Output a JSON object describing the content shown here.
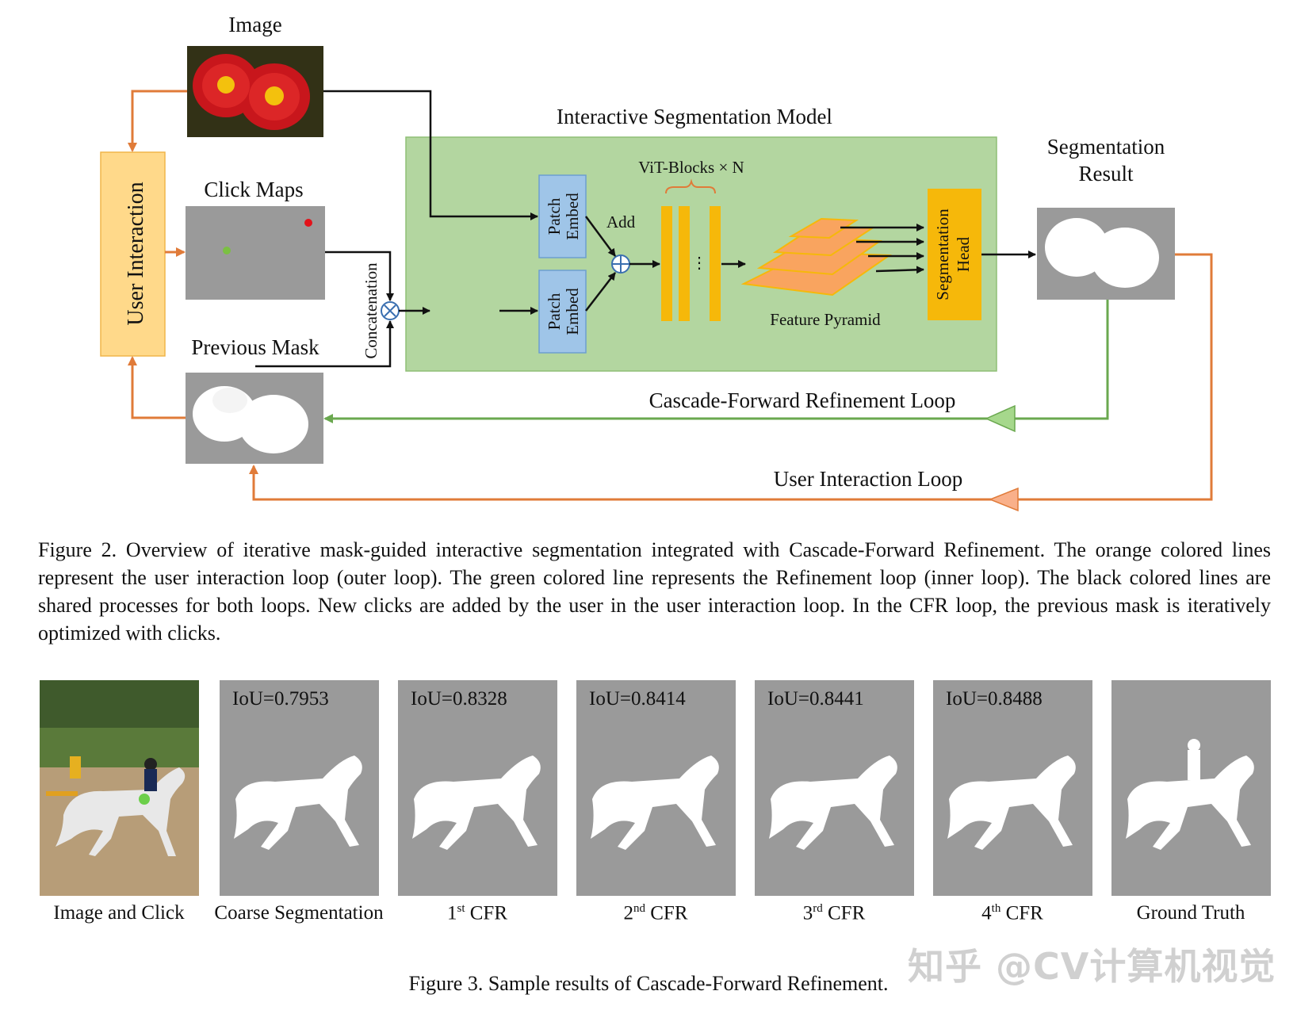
{
  "figure2": {
    "labels": {
      "image": "Image",
      "click_maps": "Click Maps",
      "previous_mask": "Previous Mask",
      "user_interaction": "User Interaction",
      "concatenation": "Concatenation",
      "model_title": "Interactive Segmentation Model",
      "patch_embed_1": "Patch",
      "patch_embed_2": "Embed",
      "add": "Add",
      "vit_blocks": "ViT-Blocks × N",
      "vit_dots": "⋮",
      "feature_pyramid": "Feature Pyramid",
      "seg_head_1": "Segmentation",
      "seg_head_2": "Head",
      "seg_result_1": "Segmentation",
      "seg_result_2": "Result",
      "cfr_loop": "Cascade-Forward Refinement Loop",
      "ui_loop": "User Interaction Loop"
    },
    "colors": {
      "orange_loop": "#e07b39",
      "green_loop": "#6aa84f",
      "model_bg": "#b3d6a0",
      "patch_embed": "#9fc5e8",
      "vit_block": "#f6b80a",
      "pyramid": "#f9a45f",
      "seg_head": "#f6b80a",
      "user_interaction": "#ffd98a"
    },
    "caption": "Figure 2. Overview of iterative mask-guided interactive segmentation integrated with Cascade-Forward Refinement. The orange colored lines represent the user interaction loop (outer loop). The green colored line represents the Refinement loop (inner loop). The black colored lines are shared processes for both loops. New clicks are added by the user in the user interaction loop. In the CFR loop, the previous mask is iteratively optimized with clicks."
  },
  "figure3": {
    "panels": [
      {
        "label": "Image and Click",
        "iou": ""
      },
      {
        "label": "Coarse Segmentation",
        "iou": "IoU=0.7953"
      },
      {
        "ordinal": "1",
        "suffix": "st",
        "rest": " CFR",
        "iou": "IoU=0.8328"
      },
      {
        "ordinal": "2",
        "suffix": "nd",
        "rest": " CFR",
        "iou": "IoU=0.8414"
      },
      {
        "ordinal": "3",
        "suffix": "rd",
        "rest": " CFR",
        "iou": "IoU=0.8441"
      },
      {
        "ordinal": "4",
        "suffix": "th",
        "rest": " CFR",
        "iou": "IoU=0.8488"
      },
      {
        "label": "Ground Truth",
        "iou": ""
      }
    ],
    "caption": "Figure 3. Sample results of Cascade-Forward Refinement."
  },
  "watermark": "知乎 @CV计算机视觉"
}
